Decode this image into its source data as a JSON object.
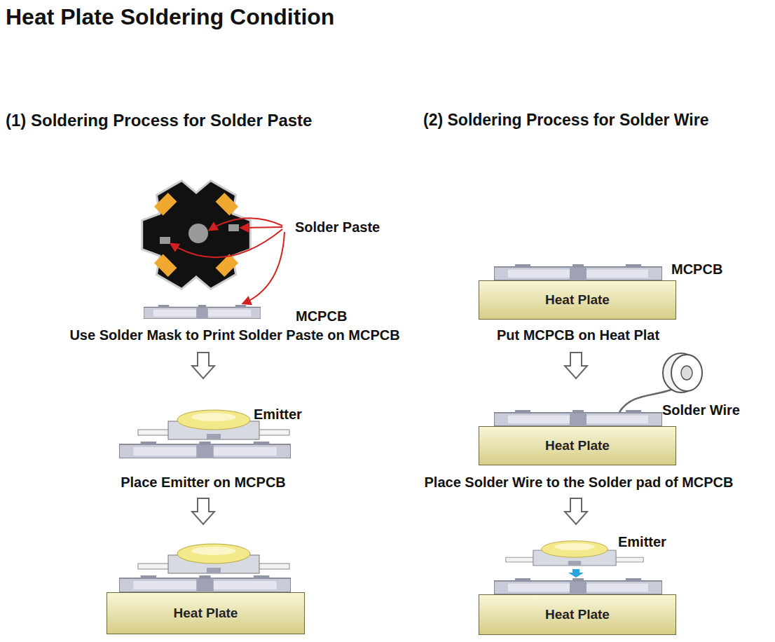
{
  "diagram": {
    "title": "Heat Plate Soldering Condition",
    "nodes": [
      {
        "text": [
          "Heat Plate"
        ]
      },
      {
        "text": [
          "Heat Plate"
        ]
      },
      {
        "text": [
          "Heat Plate"
        ]
      },
      {
        "text": [
          "Heat Plate"
        ]
      }
    ],
    "labels": [
      "(1) Soldering Process for Solder Paste",
      "(2) Soldering Process for Solder Wire",
      "Solder Paste",
      "MCPCB",
      "Use Solder Mask to Print Solder Paste on MCPCB",
      "MCPCB",
      "Put MCPCB on Heat Plat",
      "Emitter",
      "Solder Wire",
      "Place Emitter on MCPCB",
      "Place Solder Wire to the Solder pad of MCPCB",
      "Emitter"
    ]
  }
}
